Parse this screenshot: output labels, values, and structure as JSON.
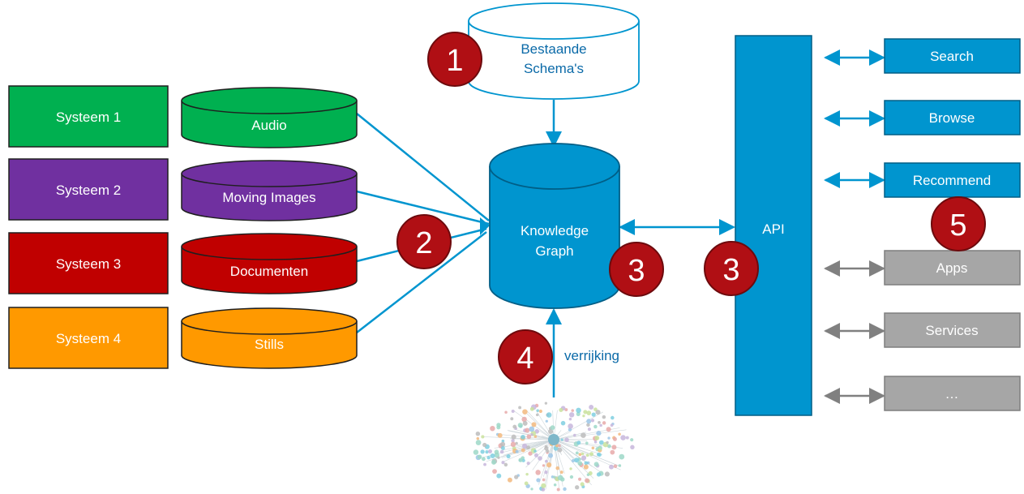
{
  "colors": {
    "green": "#00b050",
    "purple": "#7030a0",
    "red": "#c00000",
    "orange": "#ff9900",
    "blue": "#0095cf",
    "blue_dark": "#005e86",
    "gray": "#a6a6a6",
    "gray_line": "#808080",
    "badge": "#b00f14"
  },
  "systems": [
    {
      "label": "Systeem 1",
      "color": "green"
    },
    {
      "label": "Systeem 2",
      "color": "purple"
    },
    {
      "label": "Systeem 3",
      "color": "red"
    },
    {
      "label": "Systeem 4",
      "color": "orange"
    }
  ],
  "sources": [
    {
      "label": "Audio",
      "color": "green"
    },
    {
      "label": "Moving Images",
      "color": "purple"
    },
    {
      "label": "Documenten",
      "color": "red"
    },
    {
      "label": "Stills",
      "color": "orange"
    }
  ],
  "schema_db": {
    "line1": "Bestaande",
    "line2": "Schema's"
  },
  "knowledge_graph": {
    "line1": "Knowledge",
    "line2": "Graph"
  },
  "api": {
    "label": "API"
  },
  "enrichment": {
    "label": "verrijking",
    "image": "linked-open-data-cloud"
  },
  "consumers": [
    {
      "label": "Search",
      "style": "blue"
    },
    {
      "label": "Browse",
      "style": "blue"
    },
    {
      "label": "Recommend",
      "style": "blue"
    },
    {
      "label": "Apps",
      "style": "gray"
    },
    {
      "label": "Services",
      "style": "gray"
    },
    {
      "label": "…",
      "style": "gray"
    }
  ],
  "badges": {
    "schemas": "1",
    "ingest": "2",
    "graph": "3",
    "api": "3",
    "enrich": "4",
    "apps": "5"
  }
}
